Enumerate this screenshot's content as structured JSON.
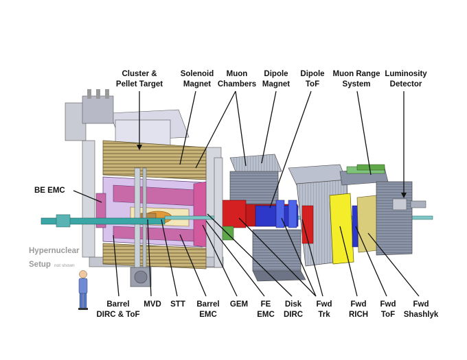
{
  "colors": {
    "background": "#ffffff",
    "label_text": "#111111",
    "muted_text": "#9a9a9a",
    "steel_gray": "#8a93a6",
    "yoke_tan": "#c9b47a",
    "emc_magenta": "#c86aa8",
    "dipole_red": "#d42020",
    "tracker_blue": "#2d37c8",
    "rich_yellow": "#f4ee2a",
    "beam_cyan": "#3aa6a6"
  },
  "labels": {
    "top": [
      {
        "key": "cluster",
        "lines": [
          "Cluster &",
          "Pellet Target"
        ]
      },
      {
        "key": "solenoid",
        "lines": [
          "Solenoid",
          "Magnet"
        ]
      },
      {
        "key": "muon_chambers",
        "lines": [
          "Muon",
          "Chambers"
        ]
      },
      {
        "key": "dipole_magnet",
        "lines": [
          "Dipole",
          "Magnet"
        ]
      },
      {
        "key": "dipole_tof",
        "lines": [
          "Dipole",
          "ToF"
        ]
      },
      {
        "key": "muon_range",
        "lines": [
          "Muon Range",
          "System"
        ]
      },
      {
        "key": "luminosity",
        "lines": [
          "Luminosity",
          "Detector"
        ]
      }
    ],
    "side": {
      "be_emc": "BE EMC",
      "hypernuclear": [
        "Hypernuclear",
        "Setup"
      ],
      "not_shown": "not shown"
    },
    "bottom": [
      {
        "key": "barrel_dirc",
        "lines": [
          "Barrel",
          "DIRC & ToF"
        ]
      },
      {
        "key": "mvd",
        "lines": [
          "MVD"
        ]
      },
      {
        "key": "stt",
        "lines": [
          "STT"
        ]
      },
      {
        "key": "barrel_emc",
        "lines": [
          "Barrel",
          "EMC"
        ]
      },
      {
        "key": "gem",
        "lines": [
          "GEM"
        ]
      },
      {
        "key": "fe_emc",
        "lines": [
          "FE",
          "EMC"
        ]
      },
      {
        "key": "disk_dirc",
        "lines": [
          "Disk",
          "DIRC"
        ]
      },
      {
        "key": "fwd_trk",
        "lines": [
          "Fwd",
          "Trk"
        ]
      },
      {
        "key": "fwd_rich",
        "lines": [
          "Fwd",
          "RICH"
        ]
      },
      {
        "key": "fwd_tof",
        "lines": [
          "Fwd",
          "ToF"
        ]
      },
      {
        "key": "fwd_shashlyk",
        "lines": [
          "Fwd",
          "Shashlyk"
        ]
      }
    ]
  }
}
